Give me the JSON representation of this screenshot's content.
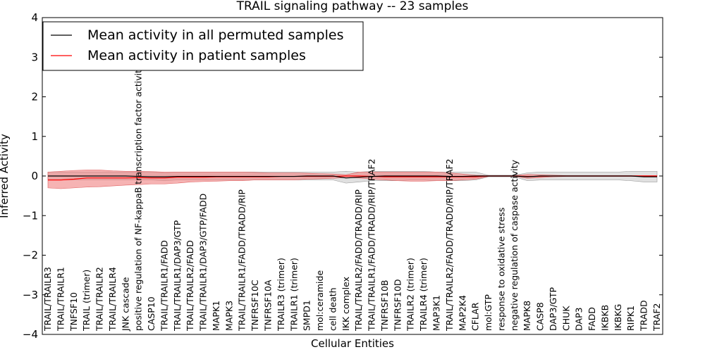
{
  "chart_data": {
    "type": "line",
    "title": "TRAIL signaling pathway -- 23 samples",
    "xlabel": "Cellular Entities",
    "ylabel": "Inferred Activity",
    "ylim": [
      -4,
      4
    ],
    "yticks": [
      "−4",
      "−3",
      "−2",
      "−1",
      "0",
      "1",
      "2",
      "3",
      "4"
    ],
    "legend_position": "top-left",
    "categories": [
      "TRAIL/TRAILR3",
      "TRAIL/TRAILR1",
      "TNFSF10",
      "TRAIL (trimer)",
      "TRAIL/TRAILR2",
      "TRAIL/TRAILR4",
      "JNK cascade",
      "positive regulation of NF-kappaB transcription factor activity",
      "CASP10",
      "TRAIL/TRAILR1/FADD",
      "TRAIL/TRAILR1/DAP3/GTP",
      "TRAIL/TRAILR2/FADD",
      "TRAIL/TRAILR1/DAP3/GTP/FADD",
      "MAPK1",
      "MAPK3",
      "TRAIL/TRAILR1/FADD/TRADD/RIP",
      "TNFRSF10C",
      "TNFRSF10A",
      "TRAILR3 (trimer)",
      "TRAILR1 (trimer)",
      "SMPD1",
      "mol:ceramide",
      "cell death",
      "IKK complex",
      "TRAIL/TRAILR2/FADD/TRADD/RIP",
      "TRAIL/TRAILR1/FADD/TRADD/RIP/TRAF2",
      "TNFRSF10B",
      "TNFRSF10D",
      "TRAILR2 (trimer)",
      "TRAILR4 (trimer)",
      "MAP3K1",
      "TRAIL/TRAILR2/FADD/TRADD/RIP/TRAF2",
      "MAP2K4",
      "CFLAR",
      "mol:GTP",
      "response to oxidative stress",
      "negative regulation of caspase activity",
      "MAPK8",
      "CASP8",
      "DAP3/GTP",
      "CHUK",
      "DAP3",
      "FADD",
      "IKBKB",
      "IKBKG",
      "RIPK1",
      "TRADD",
      "TRAF2"
    ],
    "series": [
      {
        "name": "Mean activity in all permuted samples",
        "color": "#000000",
        "values": [
          0,
          0,
          0,
          0,
          0,
          0,
          0,
          -0.01,
          -0.02,
          -0.02,
          -0.01,
          -0.01,
          -0.01,
          -0.01,
          -0.01,
          -0.01,
          -0.01,
          -0.01,
          -0.01,
          -0.01,
          0,
          0,
          0,
          -0.05,
          -0.03,
          -0.01,
          0,
          0,
          0,
          0,
          0,
          -0.01,
          -0.01,
          0,
          0,
          0,
          0,
          -0.02,
          0,
          0,
          0,
          0,
          0,
          0,
          0,
          0,
          -0.02,
          -0.02
        ],
        "band_lower": [
          -0.1,
          -0.1,
          -0.1,
          -0.1,
          -0.1,
          -0.1,
          -0.1,
          -0.1,
          -0.1,
          -0.12,
          -0.1,
          -0.1,
          -0.1,
          -0.1,
          -0.1,
          -0.1,
          -0.1,
          -0.1,
          -0.1,
          -0.1,
          -0.1,
          -0.1,
          -0.1,
          -0.18,
          -0.15,
          -0.12,
          -0.12,
          -0.12,
          -0.1,
          -0.1,
          -0.12,
          -0.12,
          -0.12,
          -0.1,
          -0.02,
          -0.02,
          -0.02,
          -0.12,
          -0.1,
          -0.1,
          -0.1,
          -0.1,
          -0.1,
          -0.1,
          -0.1,
          -0.12,
          -0.15,
          -0.15
        ],
        "band_upper": [
          0.1,
          0.1,
          0.1,
          0.1,
          0.1,
          0.1,
          0.1,
          0.1,
          0.1,
          0.08,
          0.1,
          0.1,
          0.1,
          0.1,
          0.1,
          0.1,
          0.1,
          0.1,
          0.1,
          0.1,
          0.1,
          0.1,
          0.1,
          0.12,
          0.1,
          0.12,
          0.12,
          0.12,
          0.12,
          0.12,
          0.1,
          0.1,
          0.1,
          0.1,
          0.02,
          0.02,
          0.02,
          0.08,
          0.1,
          0.1,
          0.1,
          0.1,
          0.1,
          0.1,
          0.1,
          0.12,
          0.12,
          0.12
        ]
      },
      {
        "name": "Mean activity in patient samples",
        "color": "#ff0000",
        "values": [
          -0.1,
          -0.1,
          -0.08,
          -0.05,
          -0.05,
          -0.05,
          -0.05,
          -0.04,
          -0.05,
          -0.05,
          -0.03,
          -0.03,
          -0.03,
          -0.02,
          -0.02,
          -0.02,
          -0.02,
          -0.02,
          -0.01,
          -0.01,
          -0.01,
          -0.01,
          -0.01,
          0,
          0,
          -0.01,
          -0.02,
          -0.02,
          -0.02,
          -0.02,
          -0.02,
          -0.02,
          -0.02,
          -0.02,
          0,
          0,
          0,
          -0.01,
          -0.01,
          0,
          0,
          0,
          0,
          0,
          0,
          0,
          0,
          0
        ],
        "band_lower": [
          -0.3,
          -0.32,
          -0.3,
          -0.28,
          -0.27,
          -0.25,
          -0.23,
          -0.22,
          -0.2,
          -0.2,
          -0.18,
          -0.15,
          -0.14,
          -0.13,
          -0.12,
          -0.12,
          -0.1,
          -0.1,
          -0.1,
          -0.1,
          -0.08,
          -0.07,
          -0.06,
          -0.04,
          -0.05,
          -0.08,
          -0.1,
          -0.12,
          -0.13,
          -0.13,
          -0.12,
          -0.12,
          -0.1,
          -0.08,
          -0.01,
          -0.01,
          -0.01,
          -0.06,
          -0.04,
          -0.02,
          -0.01,
          -0.01,
          -0.01,
          -0.01,
          -0.01,
          -0.01,
          -0.01,
          -0.01
        ],
        "band_upper": [
          0.1,
          0.12,
          0.14,
          0.15,
          0.15,
          0.13,
          0.12,
          0.12,
          0.11,
          0.1,
          0.1,
          0.1,
          0.1,
          0.1,
          0.1,
          0.1,
          0.09,
          0.08,
          0.08,
          0.08,
          0.07,
          0.06,
          0.05,
          0.03,
          0.1,
          0.1,
          0.1,
          0.1,
          0.1,
          0.1,
          0.1,
          0.08,
          0.05,
          0.02,
          0.01,
          0.01,
          0.01,
          0.04,
          0.03,
          0.02,
          0.01,
          0.01,
          0.01,
          0.01,
          0.01,
          0.01,
          0.01,
          0.01
        ]
      }
    ]
  }
}
